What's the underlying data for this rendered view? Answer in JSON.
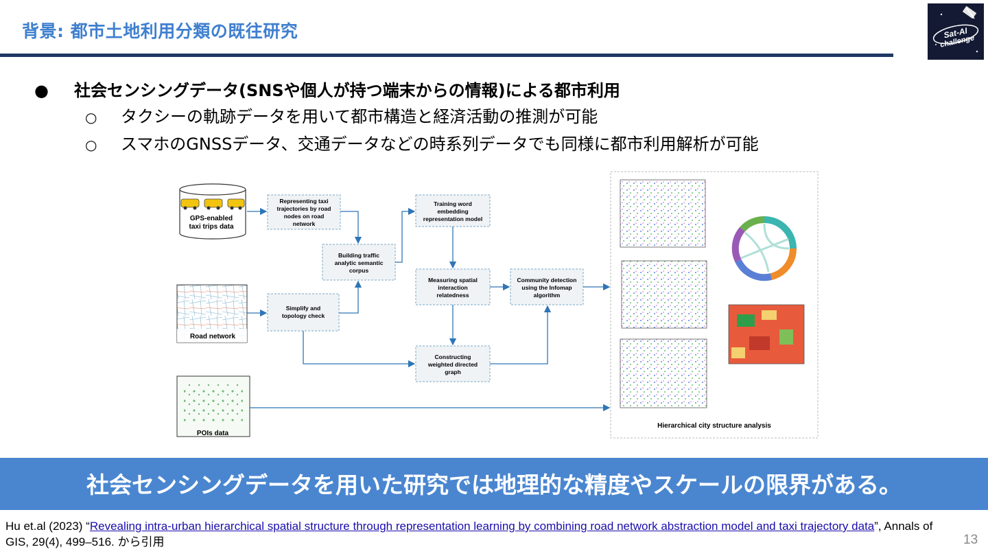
{
  "slide": {
    "title": "背景: 都市土地利用分類の既往研究",
    "page_number": "13",
    "logo_text": "Sat-AI challenge"
  },
  "bullets": {
    "main": {
      "marker": "●",
      "text": "社会センシングデータ(SNSや個人が持つ端末からの情報)による都市利用"
    },
    "sub": [
      {
        "marker": "○",
        "text": "タクシーの軌跡データを用いて都市構造と経済活動の推測が可能"
      },
      {
        "marker": "○",
        "text": "スマホのGNSSデータ、交通データなどの時系列データでも同様に都市利用解析が可能"
      }
    ]
  },
  "figure": {
    "database_label_1": "GPS-enabled",
    "database_label_2": "taxi trips data",
    "road_network_label": "Road network",
    "pois_label": "POIs data",
    "box_represent": [
      "Representing taxi",
      "trajectories by road",
      "nodes on road",
      "network"
    ],
    "box_building": [
      "Building traffic",
      "analytic semantic",
      "corpus"
    ],
    "box_training": [
      "Training word",
      "embedding",
      "representation model"
    ],
    "box_simplify": [
      "Simplify and",
      "topology check"
    ],
    "box_measuring": [
      "Measuring spatial",
      "interaction",
      "relatedness"
    ],
    "box_community": [
      "Community detection",
      "using the Infomap",
      "algorithm"
    ],
    "box_constructing": [
      "Constructing",
      "weighted directed",
      "graph"
    ],
    "result_label": "Hierarchical city structure analysis"
  },
  "banner": {
    "text": "社会センシングデータを用いた研究では地理的な精度やスケールの限界がある。"
  },
  "citation": {
    "prefix": "Hu et.al (2023) “",
    "link_text": "Revealing intra-urban hierarchical spatial structure through representation learning by combining road network abstraction model and taxi trajectory data",
    "suffix": "”, Annals of GIS, 29(4), 499–516. から引用"
  },
  "colors": {
    "title": "#3f7fcf",
    "rule": "#1f3864",
    "banner": "#4a86d0",
    "link": "#1a0dab",
    "flow_arrow": "#2e75b6"
  }
}
